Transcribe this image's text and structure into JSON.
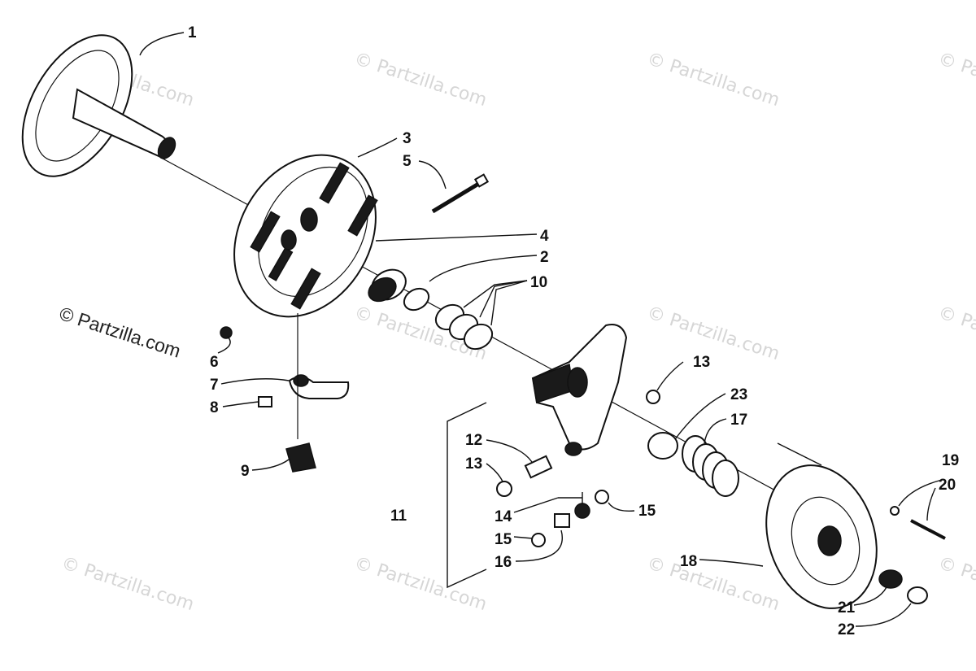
{
  "watermark": {
    "text": "© Partzilla.com",
    "main_text": "© Partzilla.com"
  },
  "callouts": [
    {
      "id": "1",
      "label": "1"
    },
    {
      "id": "2",
      "label": "2"
    },
    {
      "id": "3",
      "label": "3"
    },
    {
      "id": "4",
      "label": "4"
    },
    {
      "id": "5",
      "label": "5"
    },
    {
      "id": "6",
      "label": "6"
    },
    {
      "id": "7",
      "label": "7"
    },
    {
      "id": "8",
      "label": "8"
    },
    {
      "id": "9",
      "label": "9"
    },
    {
      "id": "10",
      "label": "10"
    },
    {
      "id": "11",
      "label": "11"
    },
    {
      "id": "12",
      "label": "12"
    },
    {
      "id": "13a",
      "label": "13"
    },
    {
      "id": "13b",
      "label": "13"
    },
    {
      "id": "14",
      "label": "14"
    },
    {
      "id": "15a",
      "label": "15"
    },
    {
      "id": "15b",
      "label": "15"
    },
    {
      "id": "16",
      "label": "16"
    },
    {
      "id": "17",
      "label": "17"
    },
    {
      "id": "18",
      "label": "18"
    },
    {
      "id": "19",
      "label": "19"
    },
    {
      "id": "20",
      "label": "20"
    },
    {
      "id": "21",
      "label": "21"
    },
    {
      "id": "22",
      "label": "22"
    },
    {
      "id": "23",
      "label": "23"
    }
  ]
}
